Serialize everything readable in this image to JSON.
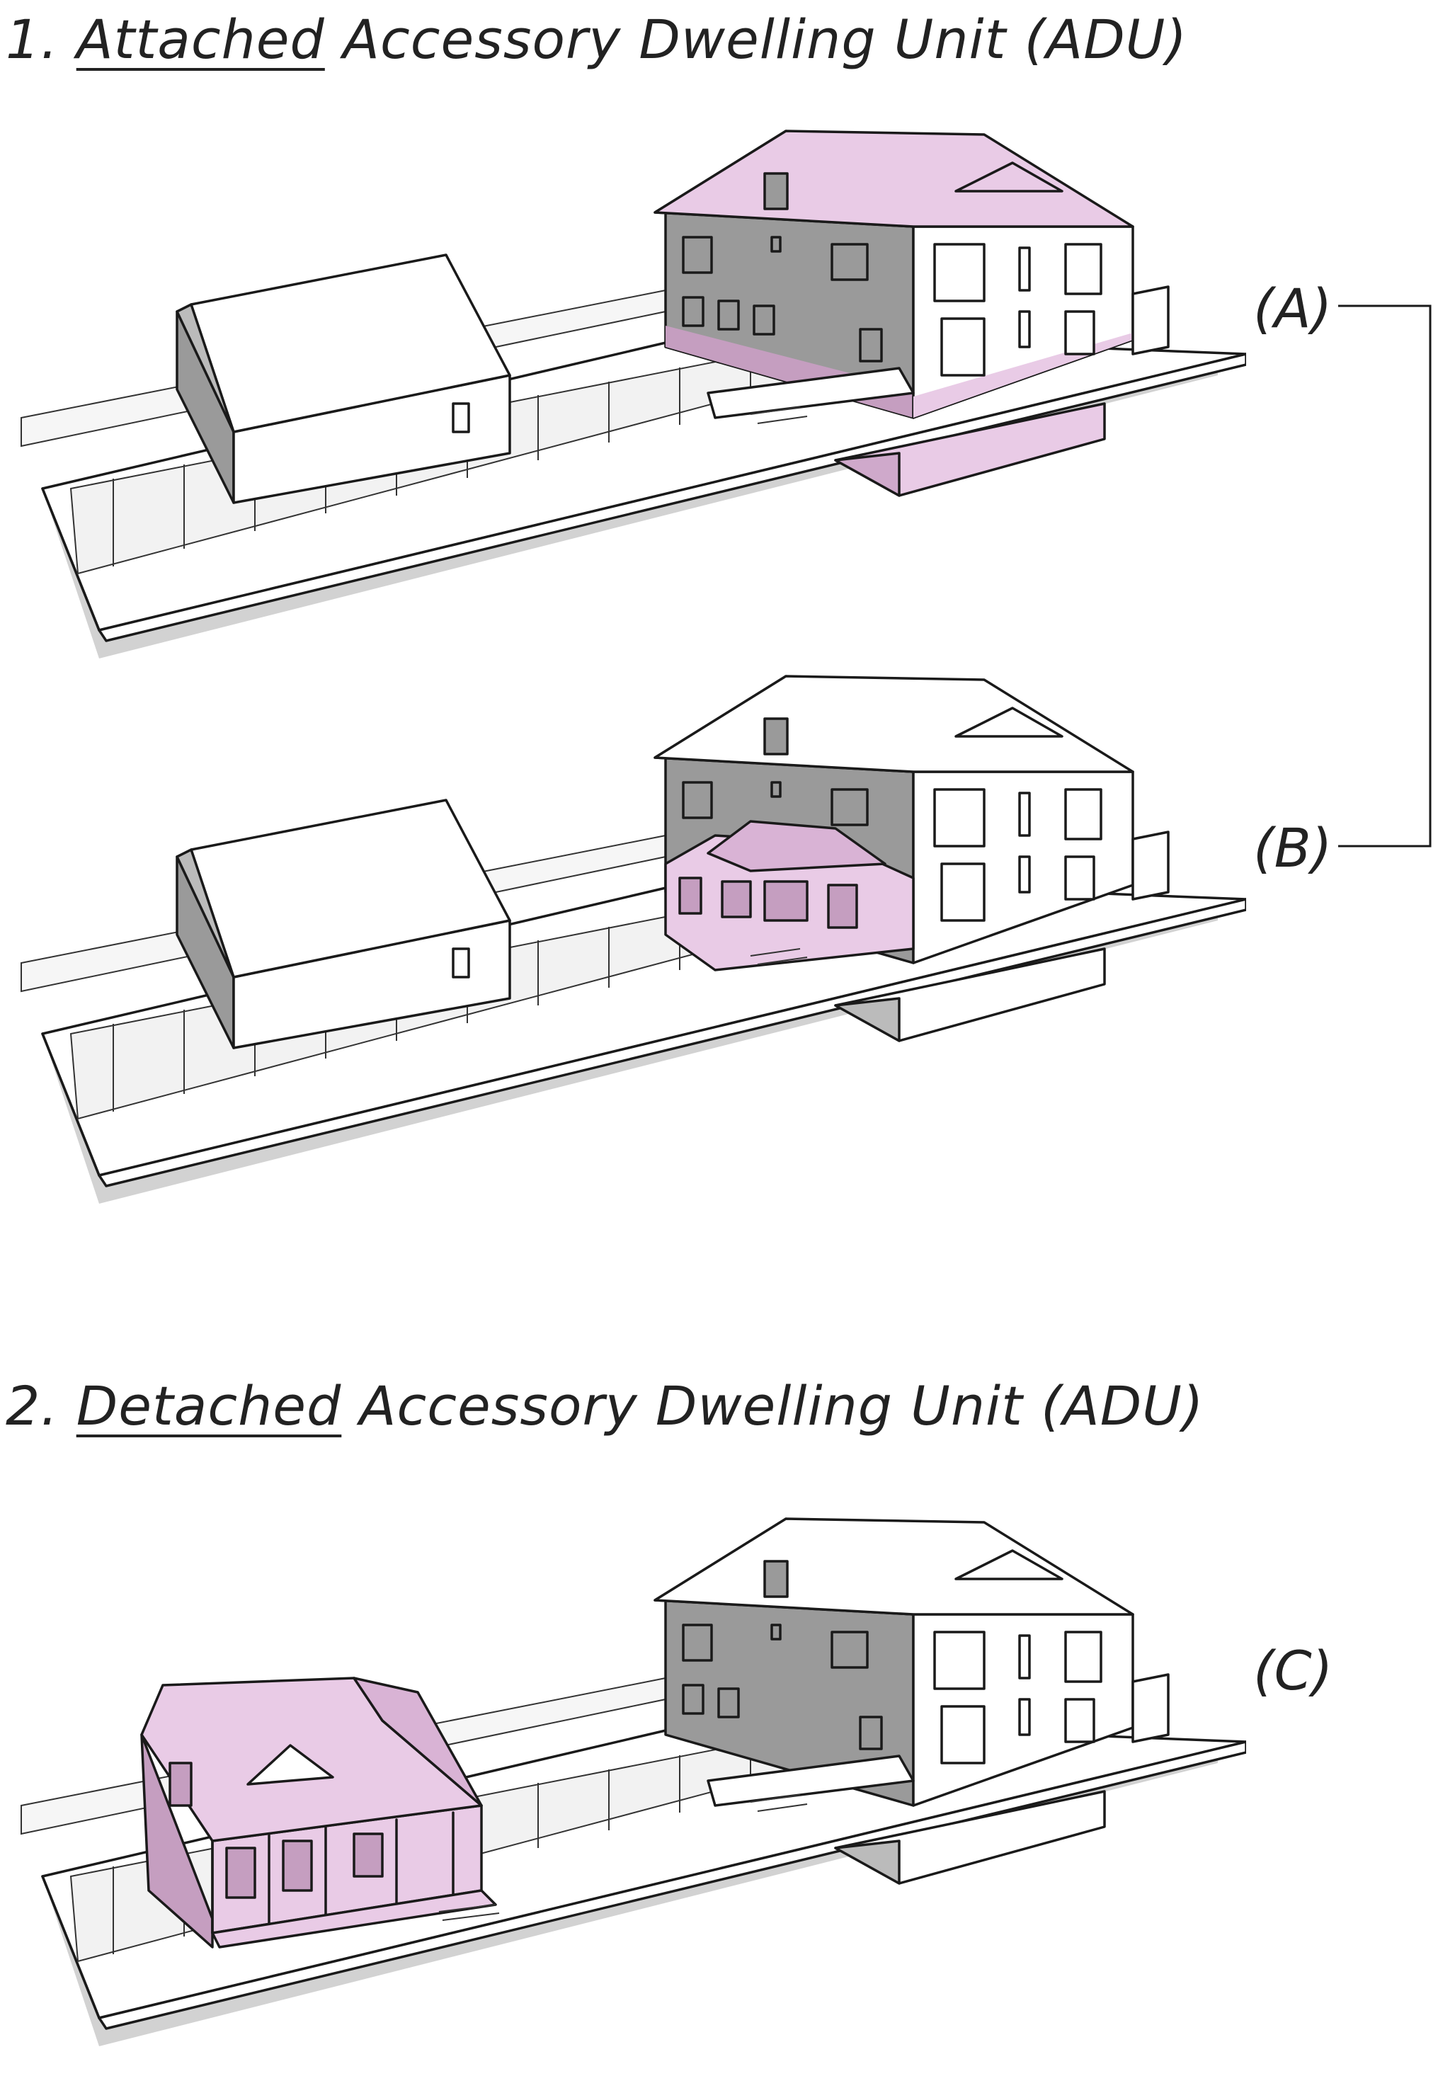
{
  "headings": {
    "attached": {
      "number": "1.",
      "keyword": "Attached",
      "rest": "Accessory Dwelling Unit (ADU)"
    },
    "detached": {
      "number": "2.",
      "keyword": "Detached",
      "rest": "Accessory Dwelling Unit (ADU)"
    }
  },
  "labels": {
    "a": "(A)",
    "b": "(B)",
    "c": "(C)"
  },
  "colors": {
    "adu_highlight": "#e9cbe6",
    "adu_highlight_dark": "#a27e9e",
    "wall_shade": "#9a9a9a",
    "ground_shadow": "#c8c8c8",
    "line": "#1a1a1a"
  }
}
